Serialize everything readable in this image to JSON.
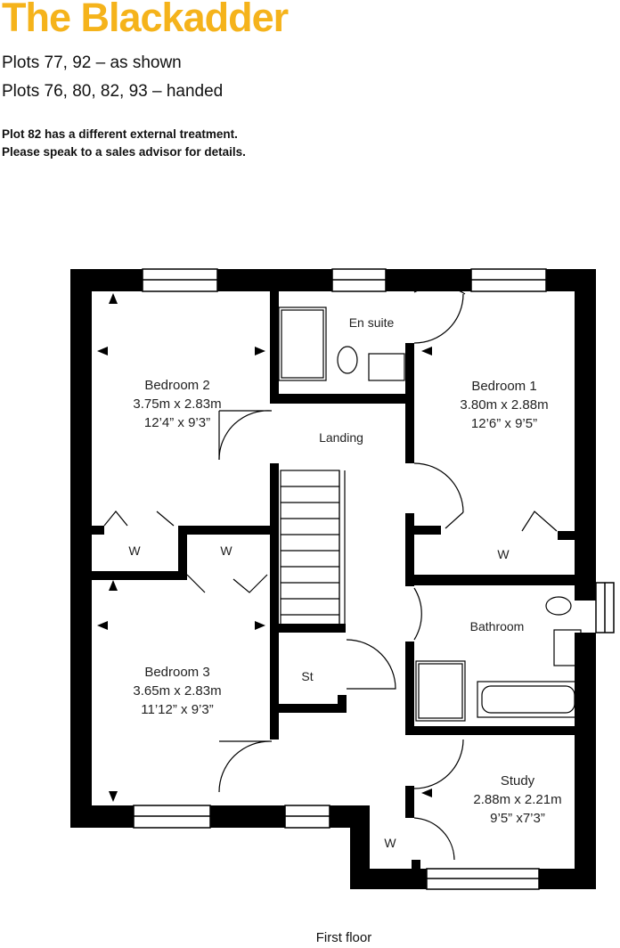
{
  "header": {
    "title": "The Blackadder",
    "title_color": "#f5b31b",
    "plots_shown": "Plots 77, 92 – as shown",
    "plots_handed": "Plots 76, 80, 82, 93 – handed",
    "note": "Plot 82 has a different external treatment. Please speak to a sales advisor for details."
  },
  "plan": {
    "caption": "First floor",
    "wall_color": "#000000",
    "rooms": {
      "bedroom2": {
        "name": "Bedroom 2",
        "metric": "3.75m x 2.83m",
        "imperial": "12’4” x 9’3”"
      },
      "bedroom1": {
        "name": "Bedroom 1",
        "metric": "3.80m x 2.88m",
        "imperial": "12’6” x 9’5”"
      },
      "bedroom3": {
        "name": "Bedroom 3",
        "metric": "3.65m x 2.83m",
        "imperial": "11’12” x 9’3”"
      },
      "study": {
        "name": "Study",
        "metric": "2.88m x 2.21m",
        "imperial": "9’5” x7’3”"
      },
      "ensuite": {
        "name": "En suite"
      },
      "landing": {
        "name": "Landing"
      },
      "bathroom": {
        "name": "Bathroom"
      },
      "store": {
        "name": "St"
      },
      "wardrobe_b2": {
        "name": "W"
      },
      "wardrobe_b3": {
        "name": "W"
      },
      "wardrobe_b1": {
        "name": "W"
      },
      "wardrobe_study": {
        "name": "W"
      }
    }
  }
}
